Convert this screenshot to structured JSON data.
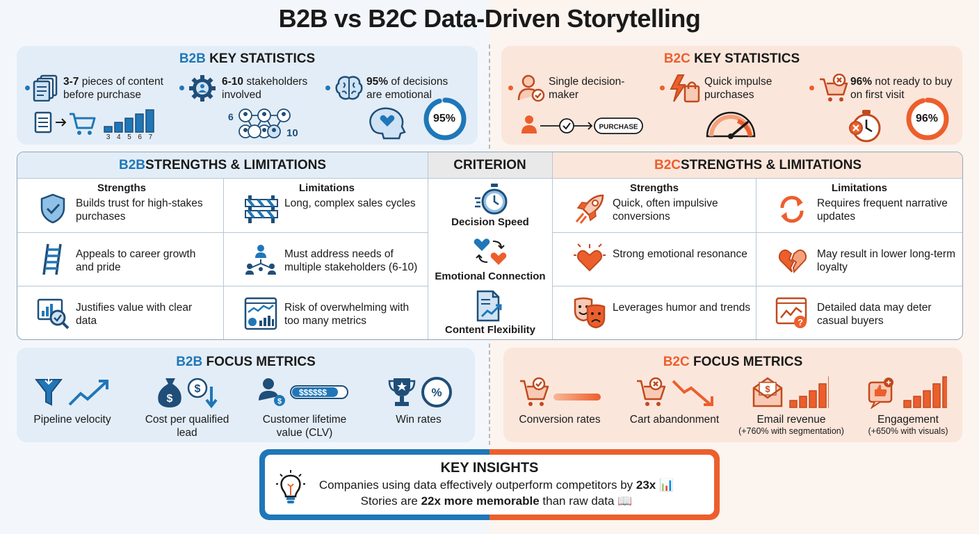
{
  "title": "B2B vs B2C Data-Driven Storytelling",
  "colors": {
    "b2b": "#1f77b8",
    "b2c": "#ec5f2d",
    "b2b_panel": "#e3edf7",
    "b2c_panel": "#fbe6db"
  },
  "b2b_stats": {
    "heading_prefix": "B2B",
    "heading_rest": " KEY STATISTICS",
    "items": [
      {
        "bold": "3-7",
        "text": " pieces of content before purchase",
        "icon": "documents-icon"
      },
      {
        "bold": "6-10",
        "text": " stakeholders involved",
        "icon": "gear-people-icon"
      },
      {
        "bold": "95%",
        "text": " of decisions are emotional",
        "icon": "brain-icon"
      }
    ],
    "bar_ticks": [
      "3",
      "4",
      "5",
      "6",
      "7"
    ],
    "stake_min": "6",
    "stake_max": "10",
    "ring_value": 95,
    "ring_label": "95%"
  },
  "b2c_stats": {
    "heading_prefix": "B2C",
    "heading_rest": " KEY STATISTICS",
    "items": [
      {
        "bold": "",
        "text": "Single decision-maker",
        "icon": "user-check-icon"
      },
      {
        "bold": "",
        "text": "Quick impulse purchases",
        "icon": "lightning-bag-icon"
      },
      {
        "bold": "96%",
        "text": " not ready to buy on first visit",
        "icon": "cart-x-icon"
      }
    ],
    "purchase_label": "PURCHASE",
    "ring_value": 96,
    "ring_label": "96%"
  },
  "table": {
    "b2b_header_prefix": "B2B",
    "b2b_header_rest": " STRENGTHS & LIMITATIONS",
    "criterion_header": "CRITERION",
    "b2c_header_prefix": "B2C",
    "b2c_header_rest": " STRENGTHS & LIMITATIONS",
    "strengths_label": "Strengths",
    "limitations_label": "Limitations",
    "rows": [
      {
        "criterion": "Decision Speed",
        "b2b_strength": "Builds trust for high-stakes purchases",
        "b2b_limitation": "Long, complex sales cycles",
        "b2c_strength": "Quick, often impulsive conversions",
        "b2c_limitation": "Requires frequent narrative updates"
      },
      {
        "criterion": "Emotional Connection",
        "b2b_strength": "Appeals to career growth and pride",
        "b2b_limitation": "Must address needs of multiple stakeholders (6-10)",
        "b2c_strength": "Strong emotional resonance",
        "b2c_limitation": "May result in lower long-term loyalty"
      },
      {
        "criterion": "Content Flexibility",
        "b2b_strength": "Justifies value with clear data",
        "b2b_limitation": "Risk of overwhelming with too many metrics",
        "b2c_strength": "Leverages humor and trends",
        "b2c_limitation": "Detailed data may deter casual buyers"
      }
    ]
  },
  "b2b_metrics": {
    "heading_prefix": "B2B",
    "heading_rest": " FOCUS METRICS",
    "items": [
      {
        "label": "Pipeline velocity",
        "icon": "funnel-trend-icon"
      },
      {
        "label": "Cost per qualified lead",
        "icon": "money-bag-icon"
      },
      {
        "label": "Customer lifetime value (CLV)",
        "icon": "customer-value-icon"
      },
      {
        "label": "Win rates",
        "icon": "trophy-icon"
      }
    ],
    "clv_bar_text": "$$$$$$"
  },
  "b2c_metrics": {
    "heading_prefix": "B2C",
    "heading_rest": " FOCUS METRICS",
    "items": [
      {
        "label": "Conversion rates",
        "sub": "",
        "icon": "cart-check-icon"
      },
      {
        "label": "Cart abandonment",
        "sub": "",
        "icon": "cart-x-icon"
      },
      {
        "label": "Email revenue",
        "sub": "(+760% with segmentation)",
        "icon": "envelope-money-icon"
      },
      {
        "label": "Engagement",
        "sub": "(+650% with visuals)",
        "icon": "like-icon"
      }
    ]
  },
  "insights": {
    "title": "KEY INSIGHTS",
    "line1_pre": "Companies using data effectively outperform competitors by ",
    "line1_bold": "23x",
    "line1_icon": "📊",
    "line2_pre": "Stories are ",
    "line2_bold": "22x more memorable",
    "line2_post": " than raw data ",
    "line2_icon": "📖"
  }
}
